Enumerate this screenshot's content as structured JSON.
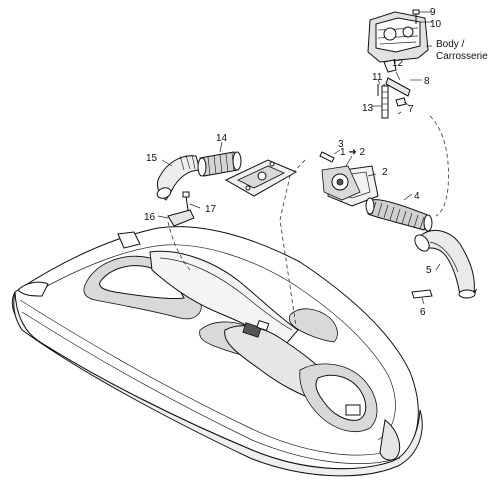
{
  "diagram": {
    "callouts": {
      "c1": "1 ➜ 2",
      "c2": "2",
      "c3": "3",
      "c4": "4",
      "c5": "5",
      "c6": "6",
      "c7": "7",
      "c8": "8",
      "c9": "9",
      "c10": "10",
      "c11": "11",
      "c12": "12",
      "c13": "13",
      "c14": "14",
      "c15": "15",
      "c16": "16",
      "c17": "17"
    },
    "note_line1": "Body /",
    "note_line2": "Carrosserie"
  }
}
